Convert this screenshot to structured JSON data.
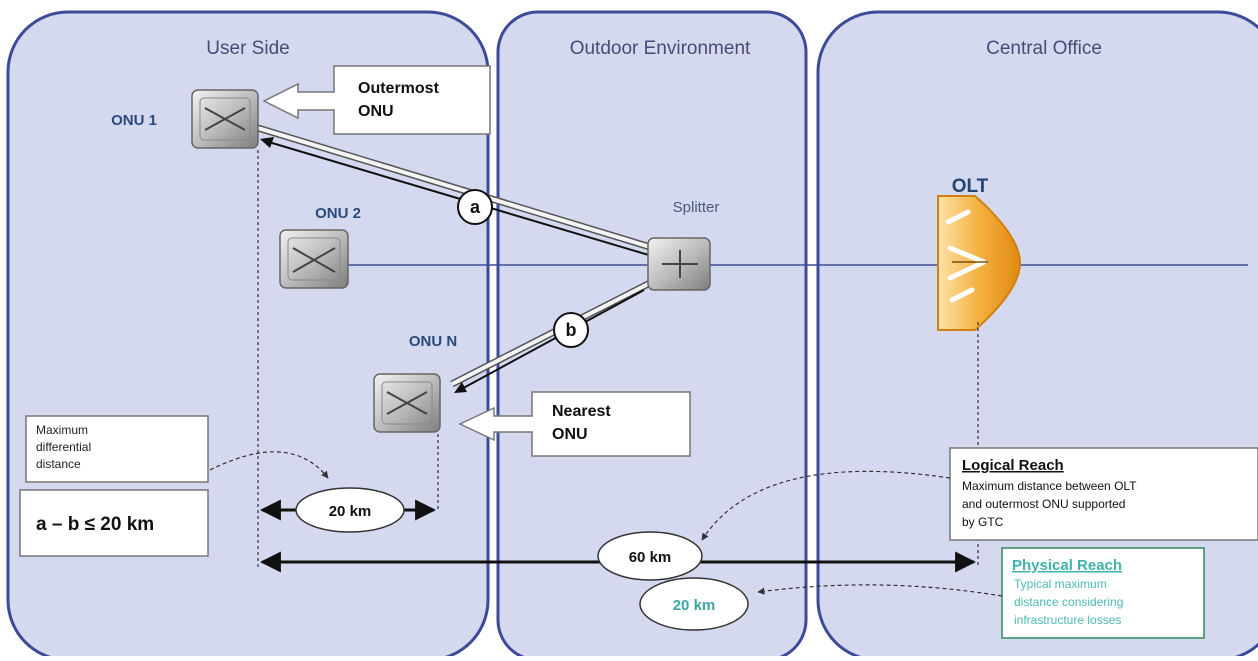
{
  "zones": {
    "user_side": "User Side",
    "outdoor": "Outdoor Environment",
    "central_office": "Central Office"
  },
  "nodes": {
    "onu1": "ONU 1",
    "onu2": "ONU 2",
    "onun": "ONU N",
    "splitter": "Splitter",
    "olt": "OLT"
  },
  "callouts": {
    "outermost_line1": "Outermost",
    "outermost_line2": "ONU",
    "nearest_line1": "Nearest",
    "nearest_line2": "ONU"
  },
  "links": {
    "a": "a",
    "b": "b"
  },
  "differential": {
    "label_line1": "Maximum",
    "label_line2": "differential",
    "label_line3": "distance",
    "formula": "a – b ≤ 20 km",
    "distance": "20 km"
  },
  "logical_reach": {
    "title": "Logical Reach",
    "line1": "Maximum distance between OLT",
    "line2": "and outermost ONU supported",
    "line3": "by GTC",
    "distance": "60 km"
  },
  "physical_reach": {
    "title": "Physical Reach",
    "line1": "Typical maximum",
    "line2": "distance considering",
    "line3": "infrastructure  losses",
    "distance": "20 km"
  },
  "colors": {
    "zone_fill": "#d4d9f0",
    "zone_stroke": "#3d4a9a",
    "olt_orange": "#f0a030"
  }
}
